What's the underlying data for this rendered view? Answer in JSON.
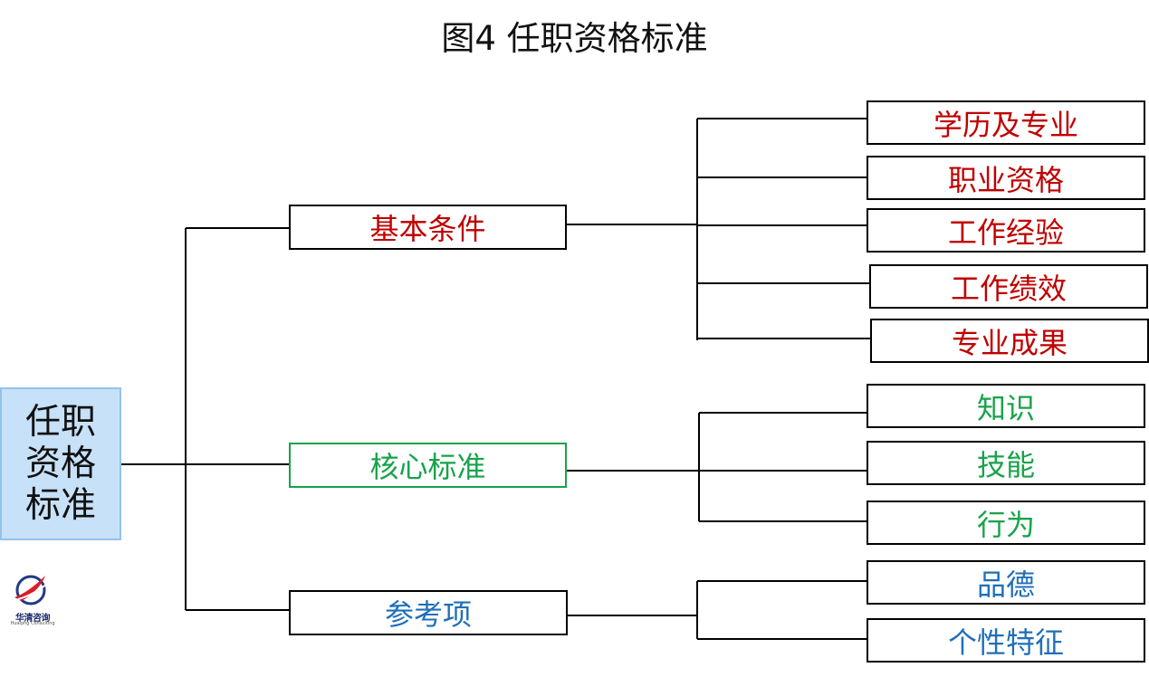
{
  "title": "图4  任职资格标准",
  "root": {
    "line1": "任职",
    "line2": "资格",
    "line3": "标准"
  },
  "categories": [
    {
      "label": "基本条件",
      "color": "#c00000"
    },
    {
      "label": "核心标准",
      "color": "#17a34a"
    },
    {
      "label": "参考项",
      "color": "#1f6fb8"
    }
  ],
  "items": {
    "basic": [
      "学历及专业",
      "职业资格",
      "工作经验",
      "工作绩效",
      "专业成果"
    ],
    "core": [
      "知识",
      "技能",
      "行为"
    ],
    "reference": [
      "品德",
      "个性特征"
    ]
  },
  "logo": {
    "name": "华清咨询",
    "subtitle": "Huaqing Consulting"
  }
}
